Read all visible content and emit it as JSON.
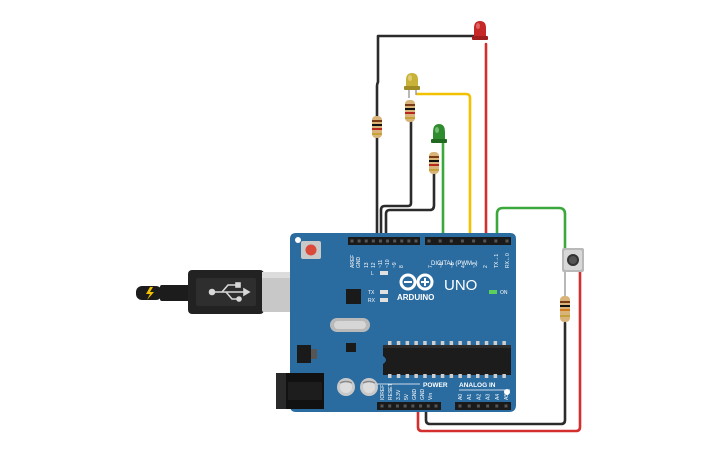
{
  "board": {
    "logo_text": "ARDUINO",
    "model": "UNO",
    "digital_label": "DIGITAL (PWM~)",
    "power_label": "POWER",
    "analog_label": "ANALOG IN",
    "on_label": "ON",
    "led_l_label": "L",
    "led_tx_label": "TX",
    "led_rx_label": "RX",
    "header_top_labels": [
      "AREF",
      "GND",
      "13",
      "12",
      "~11",
      "~10",
      "~9",
      "8",
      "7",
      "~6",
      "~5",
      "4",
      "~3",
      "2",
      "TX→1",
      "RX←0"
    ],
    "power_pin_labels": [
      "IOREF",
      "RESET",
      "3.3V",
      "5V",
      "GND",
      "GND",
      "Vin"
    ],
    "analog_pin_labels": [
      "A0",
      "A1",
      "A2",
      "A3",
      "A4",
      "A5"
    ],
    "board_color": "#2a6ba0"
  },
  "components": {
    "leds": [
      {
        "name": "red-led",
        "color": "#c62828"
      },
      {
        "name": "yellow-led",
        "color": "#c8b23a"
      },
      {
        "name": "green-led",
        "color": "#2e8b2e"
      }
    ],
    "wire_colors": {
      "ground": "#2b2b2b",
      "red": "#d32f2f",
      "yellow": "#f2c200",
      "green": "#3aa83a"
    }
  }
}
